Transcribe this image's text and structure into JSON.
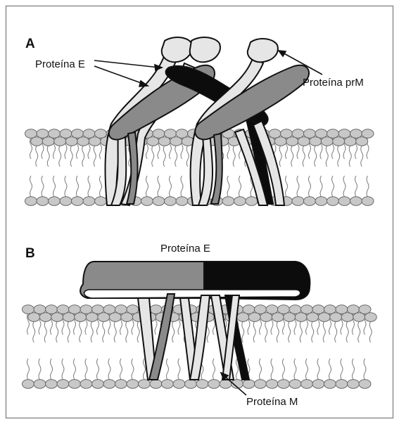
{
  "panel_a": {
    "letter": "A",
    "label_protein_e": "Proteína E",
    "label_protein_prm": "Proteína prM"
  },
  "panel_b": {
    "letter": "B",
    "label_protein_e": "Proteína E",
    "label_protein_m": "Proteína M"
  },
  "colors": {
    "frame": "#8f8f8f",
    "lipid_head": "#c8c8c8",
    "lipid_head_stroke": "#5e5e5e",
    "lipid_tail": "#7a7a7a",
    "light_protein": "#e6e6e6",
    "medium_protein": "#8a8a8a",
    "dark_protein": "#0c0c0c",
    "outline": "#111111"
  }
}
